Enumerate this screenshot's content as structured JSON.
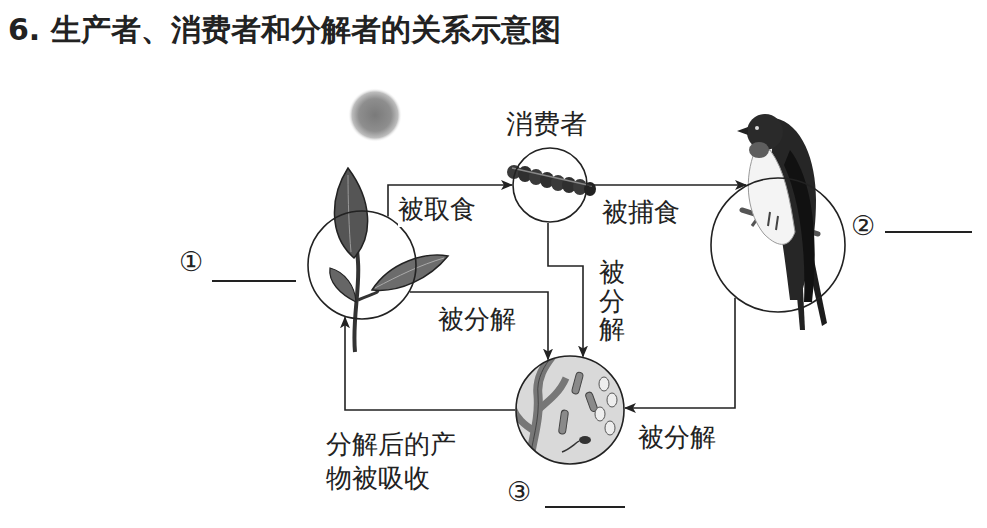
{
  "diagram": {
    "title": "6. 生产者、消费者和分解者的关系示意图",
    "nodes": [
      {
        "text": [
          "①"
        ]
      },
      {
        "text": [
          "消费者"
        ]
      },
      {
        "text": [
          "②"
        ]
      },
      {
        "text": [
          "③"
        ]
      }
    ],
    "edges": [
      {
        "from": 0,
        "to": 1,
        "label": "被取食",
        "arrow": "to"
      },
      {
        "from": 1,
        "to": 2,
        "label": "被捕食",
        "arrow": "to"
      },
      {
        "from": 0,
        "to": 3,
        "label": "被分解",
        "arrow": "to"
      },
      {
        "from": 1,
        "to": 3,
        "label": "被分解",
        "arrow": "to"
      },
      {
        "from": 2,
        "to": 3,
        "label": "被分解",
        "arrow": "to"
      },
      {
        "from": 3,
        "to": 0,
        "label": "分解后的产物被吸收",
        "arrow": "to"
      }
    ]
  }
}
